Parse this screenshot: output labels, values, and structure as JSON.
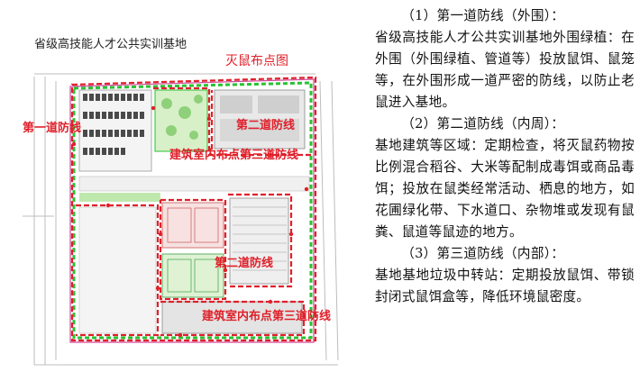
{
  "figure": {
    "site_title": "省级高技能人才公共实训基地",
    "map_title": "灭鼠布点图",
    "labels": {
      "outer_line": "第一道防线",
      "second_line_top": "第二道防线",
      "indoor_top": "建筑室内布点第三道防线",
      "second_line_mid": "第二道防线",
      "indoor_bottom": "建筑室内布点第三道防线"
    }
  },
  "text": {
    "p1_heading": "（1）第一道防线（外围）：",
    "p1_body": "省级高技能人才公共实训基地外围绿植：在外围（外围绿植、管道等）投放鼠饵、鼠笼等，在外围形成一道严密的防线，以防止老鼠进入基地。",
    "p2_heading": "（2）第二道防线（内周）：",
    "p2_body": "基地建筑等区域：定期检查，将灭鼠药物按比例混合稻谷、大米等配制成毒饵或商品毒饵；投放在鼠类经常活动、栖息的地方，如花圃绿化带、下水道口、杂物堆或发现有鼠粪、鼠道等鼠迹的地方。",
    "p3_heading": "（3）第三道防线（内部）：",
    "p3_body": "基地基地垃圾中转站：定期投放鼠饵、带锁封闭式鼠饵盒等，降低环境鼠密度。"
  },
  "colors": {
    "red_line": "#e0202a",
    "green_line": "#27c232",
    "building_gray": "#bcbcbc"
  }
}
